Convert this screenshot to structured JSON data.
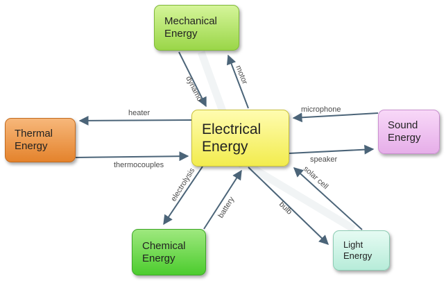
{
  "nodes": {
    "mechanical": "Mechanical\nEnergy",
    "electrical": "Electrical\nEnergy",
    "thermal": "Thermal\nEnergy",
    "sound": "Sound\nEnergy",
    "chemical": "Chemical\nEnergy",
    "light": "Light\nEnergy"
  },
  "edges": {
    "dynamo": "dynamo",
    "motor": "motor",
    "heater": "heater",
    "thermocouples": "thermocouples",
    "microphone": "microphone",
    "speaker": "speaker",
    "electrolysis": "electrolysis",
    "battery": "battery",
    "solar_cell": "solar cell",
    "bulb": "bulb"
  },
  "colors": {
    "arrow": "#4b6478",
    "mechanical": "#9ad648",
    "electrical": "#f2ec4e",
    "thermal": "#e4832c",
    "sound": "#e6aee9",
    "chemical": "#4ccc2e",
    "light": "#b7ecd9"
  }
}
